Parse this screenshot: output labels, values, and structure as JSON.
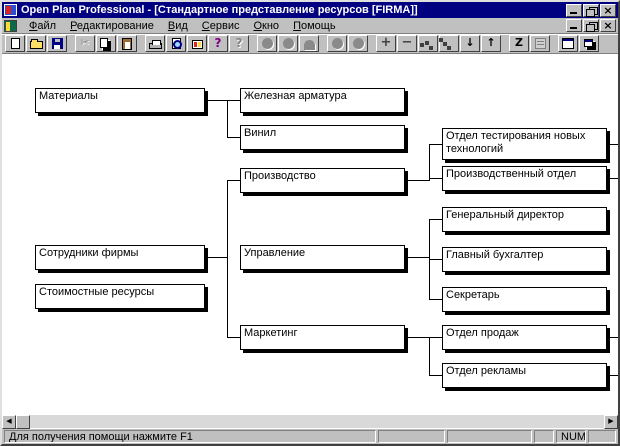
{
  "titlebar": {
    "title": "Open Plan Professional - [Стандартное представление ресурсов [FIRMA]]"
  },
  "menubar": {
    "items": [
      "Файл",
      "Редактирование",
      "Вид",
      "Сервис",
      "Окно",
      "Помощь"
    ]
  },
  "toolbar": {
    "buttons": [
      {
        "name": "new-document",
        "icon": "doc"
      },
      {
        "name": "open-folder",
        "icon": "folder"
      },
      {
        "name": "save",
        "icon": "floppy"
      },
      {
        "name": "cut",
        "icon": "glyph",
        "glyph": "✂",
        "disabled": true,
        "gap": true
      },
      {
        "name": "copy",
        "icon": "copy"
      },
      {
        "name": "paste",
        "icon": "paste",
        "disabled": true
      },
      {
        "name": "print",
        "icon": "printer",
        "gap": true
      },
      {
        "name": "print-preview",
        "icon": "preview"
      },
      {
        "name": "refresh-view",
        "icon": "refresh"
      },
      {
        "name": "help",
        "icon": "glyph",
        "glyph": "?"
      },
      {
        "name": "context-help",
        "icon": "glyph",
        "glyph": "?",
        "disabled": true
      },
      {
        "name": "node-shape-ellipse",
        "icon": "circle",
        "disabled": true,
        "gap": true
      },
      {
        "name": "node-shape-pin",
        "icon": "circle",
        "disabled": true
      },
      {
        "name": "node-shape-arch",
        "icon": "arch",
        "disabled": true
      },
      {
        "name": "node-shape-circle-1",
        "icon": "circle",
        "disabled": true,
        "gap": true
      },
      {
        "name": "node-shape-circle-2",
        "icon": "circle",
        "disabled": true
      },
      {
        "name": "add-node",
        "icon": "glyph",
        "glyph": "+",
        "gap": true
      },
      {
        "name": "remove-node",
        "icon": "glyph",
        "glyph": "−"
      },
      {
        "name": "link-nodes",
        "icon": "dots"
      },
      {
        "name": "step-layout",
        "icon": "steps"
      },
      {
        "name": "move-down",
        "icon": "glyph",
        "glyph": "↓"
      },
      {
        "name": "move-up",
        "icon": "glyph",
        "glyph": "↑"
      },
      {
        "name": "sort-z",
        "icon": "glyph",
        "glyph": "Z",
        "gap": true
      },
      {
        "name": "notes",
        "icon": "notes",
        "disabled": true
      },
      {
        "name": "tile-windows",
        "icon": "tile",
        "gap": true
      },
      {
        "name": "cascade-windows",
        "icon": "cascade"
      }
    ]
  },
  "tree": {
    "roots": [
      {
        "label": "Материалы",
        "children": [
          {
            "label": "Железная арматура"
          },
          {
            "label": "Винил"
          }
        ]
      },
      {
        "label": "Сотрудники фирмы",
        "children": [
          {
            "label": "Производство",
            "children": [
              {
                "label": "Отдел тестирования новых технологий",
                "has_offscreen_children": true
              },
              {
                "label": "Производственный отдел",
                "has_offscreen_children": true
              }
            ]
          },
          {
            "label": "Управление",
            "children": [
              {
                "label": "Генеральный директор"
              },
              {
                "label": "Главный бухгалтер"
              },
              {
                "label": "Секретарь"
              }
            ]
          },
          {
            "label": "Маркетинг",
            "children": [
              {
                "label": "Отдел продаж",
                "has_offscreen_children": true
              },
              {
                "label": "Отдел рекламы",
                "has_offscreen_children": true
              }
            ]
          }
        ]
      },
      {
        "label": "Стоимостные ресурсы"
      }
    ]
  },
  "statusbar": {
    "message": "Для получения помощи нажмите F1",
    "num_label": "NUM"
  },
  "colors": {
    "titlebar_bg": "#000080",
    "chrome_bg": "#c0c0c0",
    "canvas_bg": "#ffffff"
  }
}
